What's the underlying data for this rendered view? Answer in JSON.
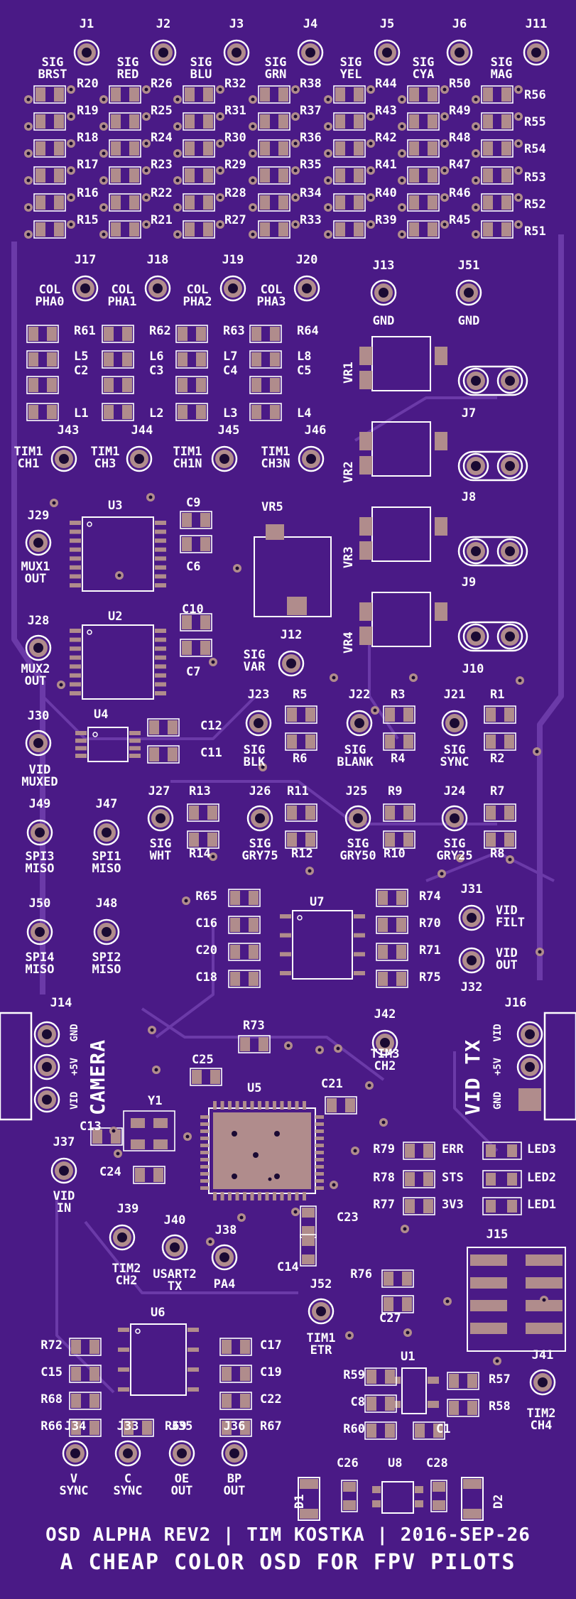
{
  "colors": {
    "board": "#4a1a86",
    "trace": "#6b3aa8",
    "pad": "#b08c8c",
    "silk": "#ffffff"
  },
  "connectors": {
    "j1": "J1",
    "j2": "J2",
    "j3": "J3",
    "j4": "J4",
    "j5": "J5",
    "j6": "J6",
    "j11": "J11",
    "sig_brst": "SIG\nBRST",
    "sig_red": "SIG\nRED",
    "sig_blu": "SIG\nBLU",
    "sig_grn": "SIG\nGRN",
    "sig_yel": "SIG\nYEL",
    "sig_cya": "SIG\nCYA",
    "sig_mag": "SIG\nMAG",
    "j17": "J17",
    "j18": "J18",
    "j19": "J19",
    "j20": "J20",
    "j13": "J13",
    "j51": "J51",
    "col_pha0": "COL\nPHA0",
    "col_pha1": "COL\nPHA1",
    "col_pha2": "COL\nPHA2",
    "col_pha3": "COL\nPHA3",
    "gnd1": "GND",
    "gnd2": "GND",
    "j43": "J43",
    "j44": "J44",
    "j45": "J45",
    "j46": "J46",
    "tim1_ch1": "TIM1\nCH1",
    "tim1_ch3": "TIM1\nCH3",
    "tim1_ch1n": "TIM1\nCH1N",
    "tim1_ch3n": "TIM1\nCH3N",
    "j29": "J29",
    "mux1_out": "MUX1\nOUT",
    "j28": "J28",
    "mux2_out": "MUX2\nOUT",
    "j30": "J30",
    "vid_muxed": "VID\nMUXED",
    "j12": "J12",
    "sig_var": "SIG\nVAR",
    "j23": "J23",
    "sig_blk": "SIG\nBLK",
    "j22": "J22",
    "sig_blank": "SIG\nBLANK",
    "j21": "J21",
    "sig_sync": "SIG\nSYNC",
    "j49": "J49",
    "spi3_miso": "SPI3\nMISO",
    "j47": "J47",
    "spi1_miso": "SPI1\nMISO",
    "j27": "J27",
    "sig_wht": "SIG\nWHT",
    "j26": "J26",
    "sig_gry75": "SIG\nGRY75",
    "j25": "J25",
    "sig_gry50": "SIG\nGRY50",
    "j24": "J24",
    "sig_gry25": "SIG\nGRY25",
    "j50": "J50",
    "spi4_miso": "SPI4\nMISO",
    "j48": "J48",
    "spi2_miso": "SPI2\nMISO",
    "j31": "J31",
    "vid_filt": "VID\nFILT",
    "j32": "J32",
    "vid_out": "VID\nOUT",
    "j14": "J14",
    "camera": "CAMERA",
    "cam_pins": "VID +5V GND",
    "j16": "J16",
    "vid_tx": "VID TX",
    "tx_pins": "GND +5V VID",
    "j42": "J42",
    "tim3_ch2": "TIM3\nCH2",
    "j37": "J37",
    "vid_in": "VID\nIN",
    "j39": "J39",
    "tim2_ch2": "TIM2\nCH2",
    "j40": "J40",
    "usart2_tx": "USART2\nTX",
    "j38": "J38",
    "pa4": "PA4",
    "j52": "J52",
    "tim1_etr": "TIM1\nETR",
    "j41": "J41",
    "tim2_ch4": "TIM2\nCH4",
    "j34": "J34",
    "v_sync": "V\nSYNC",
    "j33": "J33",
    "c_sync": "C\nSYNC",
    "j35": "J35",
    "oe_out": "OE\nOUT",
    "j36": "J36",
    "bp_out": "BP\nOUT",
    "j7": "J7",
    "j8": "J8",
    "j9": "J9",
    "j10": "J10",
    "j15": "J15"
  },
  "parts": {
    "r20": "R20",
    "r19": "R19",
    "r18": "R18",
    "r17": "R17",
    "r16": "R16",
    "r15": "R15",
    "r26": "R26",
    "r25": "R25",
    "r24": "R24",
    "r23": "R23",
    "r22": "R22",
    "r21": "R21",
    "r32": "R32",
    "r31": "R31",
    "r30": "R30",
    "r29": "R29",
    "r28": "R28",
    "r27": "R27",
    "r38": "R38",
    "r37": "R37",
    "r36": "R36",
    "r35": "R35",
    "r34": "R34",
    "r33": "R33",
    "r44": "R44",
    "r43": "R43",
    "r42": "R42",
    "r41": "R41",
    "r40": "R40",
    "r39": "R39",
    "r50": "R50",
    "r49": "R49",
    "r48": "R48",
    "r47": "R47",
    "r46": "R46",
    "r45": "R45",
    "r56": "R56",
    "r55": "R55",
    "r54": "R54",
    "r53": "R53",
    "r52": "R52",
    "r51": "R51",
    "r61": "R61",
    "l5": "L5",
    "c2": "C2",
    "l1": "L1",
    "r62": "R62",
    "l6": "L6",
    "c3": "C3",
    "l2": "L2",
    "r63": "R63",
    "l7": "L7",
    "c4": "C4",
    "l3": "L3",
    "r64": "R64",
    "l8": "L8",
    "c5": "C5",
    "l4": "L4",
    "vr1": "VR1",
    "vr2": "VR2",
    "vr3": "VR3",
    "vr4": "VR4",
    "vr5": "VR5",
    "u3": "U3",
    "c9": "C9",
    "c6": "C6",
    "u2": "U2",
    "c10": "C10",
    "c7": "C7",
    "u4": "U4",
    "c12": "C12",
    "c11": "C11",
    "r5": "R5",
    "r6": "R6",
    "r3": "R3",
    "r4": "R4",
    "r1": "R1",
    "r2": "R2",
    "r13": "R13",
    "r14": "R14",
    "r11": "R11",
    "r12": "R12",
    "r9": "R9",
    "r10": "R10",
    "r7": "R7",
    "r8": "R8",
    "r65": "R65",
    "c16": "C16",
    "c20": "C20",
    "c18": "C18",
    "u7": "U7",
    "r74": "R74",
    "r70": "R70",
    "r71": "R71",
    "r75": "R75",
    "r73": "R73",
    "c25": "C25",
    "y1": "Y1",
    "c13": "C13",
    "u5": "U5",
    "c21": "C21",
    "c24": "C24",
    "r79": "R79",
    "r78": "R78",
    "r77": "R77",
    "err": "ERR",
    "sts": "STS",
    "v3v3": "3V3",
    "led3": "LED3",
    "led2": "LED2",
    "led1": "LED1",
    "c23": "C23",
    "c14": "C14",
    "r76": "R76",
    "c27": "C27",
    "u6": "U6",
    "r72": "R72",
    "c15": "C15",
    "r68": "R68",
    "r66": "R66",
    "r69": "R69",
    "c17": "C17",
    "c19": "C19",
    "c22": "C22",
    "r67": "R67",
    "u1": "U1",
    "r59": "R59",
    "c8": "C8",
    "r60": "R60",
    "r57": "R57",
    "r58": "R58",
    "c1": "C1",
    "c26": "C26",
    "u8": "U8",
    "c28": "C28",
    "d1": "D1",
    "d2": "D2"
  },
  "footer": {
    "line1": "OSD ALPHA REV2 | TIM KOSTKA | 2016-SEP-26",
    "line2": "A CHEAP COLOR OSD FOR FPV PILOTS"
  }
}
